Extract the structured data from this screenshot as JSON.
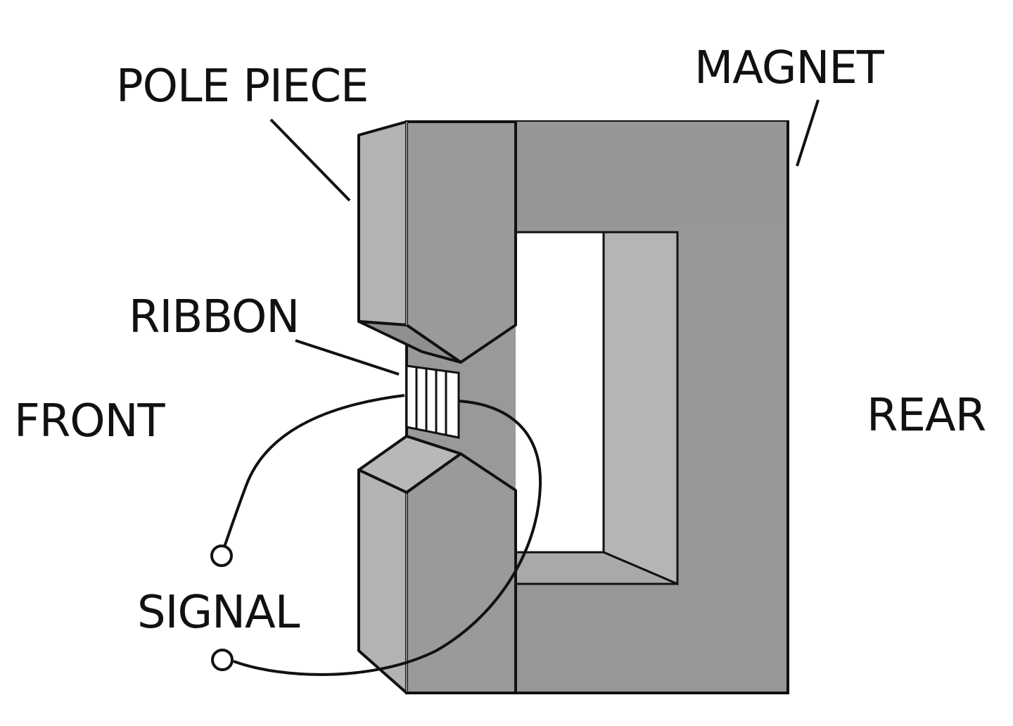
{
  "labels": {
    "pole_piece": "POLE PIECE",
    "magnet": "MAGNET",
    "ribbon": "RIBBON",
    "front": "FRONT",
    "rear": "REAR",
    "signal": "SIGNAL"
  },
  "colors": {
    "magnet_face": "#979797",
    "magnet_light": "#b3b3b3",
    "magnet_dark": "#8a8a8a",
    "outline": "#111111",
    "background": "#ffffff"
  }
}
